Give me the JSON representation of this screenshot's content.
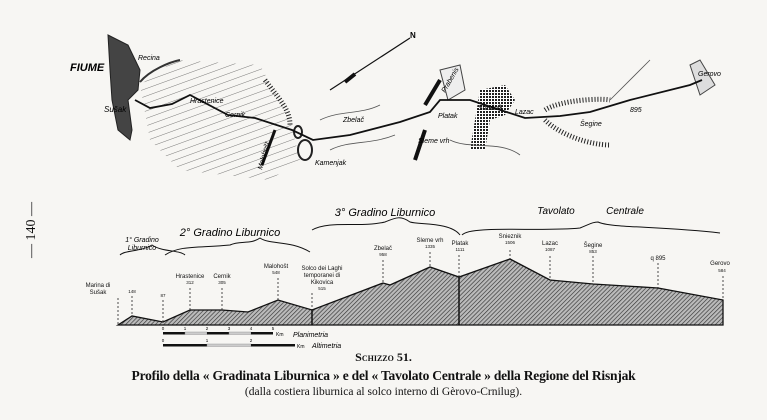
{
  "page_number": "— 140 —",
  "map": {
    "labels": {
      "fiume": "FIUME",
      "susak": "Sušak",
      "recina": "Recina",
      "hrastenice": "Hrastenice",
      "cernik": "Cernik",
      "malohost": "Malohošt",
      "zbelac": "Zbelač",
      "kamenjak": "Kamenjak",
      "platak": "Platak",
      "sleme": "Sleme vrh",
      "prabenis": "Prabenis",
      "sneznik": "Snežnik",
      "lazac": "Lazac",
      "segine": "Šegine",
      "gerovo": "Gerovo",
      "q895": "895",
      "north": "N"
    }
  },
  "profile": {
    "sections": {
      "g1a": "1° Gradino",
      "g1b": "Liburnico",
      "g2": "2° Gradino Liburnico",
      "g3": "3° Gradino Liburnico",
      "tc1": "Tavolato",
      "tc2": "Centrale"
    },
    "points": [
      {
        "name": "Marina di",
        "name2": "Sušak",
        "elev": ""
      },
      {
        "name": "",
        "elev": "148"
      },
      {
        "name": "",
        "elev": "87"
      },
      {
        "name": "Hrastenice",
        "elev": "312"
      },
      {
        "name": "Cernik",
        "elev": "305"
      },
      {
        "name": "Malohošt",
        "elev": "548"
      },
      {
        "name": "Solco dei Laghi",
        "name2": "temporanei di",
        "name3": "Kikovica",
        "elev": "515"
      },
      {
        "name": "Zbelač",
        "elev": "958"
      },
      {
        "name": "Sleme vrh",
        "elev": "1335"
      },
      {
        "name": "Platak",
        "elev": "1111"
      },
      {
        "name": "Snieznik",
        "elev": "1506"
      },
      {
        "name": "Lazac",
        "elev": "1087"
      },
      {
        "name": "Šegine",
        "elev": "853"
      },
      {
        "name": "q 895",
        "elev": ""
      },
      {
        "name": "Gerovo",
        "elev": "584"
      }
    ],
    "scale_plan": {
      "ticks": [
        "0",
        "1",
        "2",
        "3",
        "4",
        "5"
      ],
      "unit": "Km",
      "label": "Planimetria"
    },
    "scale_alt": {
      "ticks": [
        "0",
        "1",
        "2"
      ],
      "unit": "Km",
      "label": "Altimetria"
    }
  },
  "caption": {
    "number": "Schizzo 51.",
    "title": "Profilo della « Gradinata Liburnica » e del « Tavolato Centrale » della Regione del Risnjak",
    "subtitle": "(dalla costiera liburnica al solco interno di Gèrovo-Crnilug)."
  }
}
